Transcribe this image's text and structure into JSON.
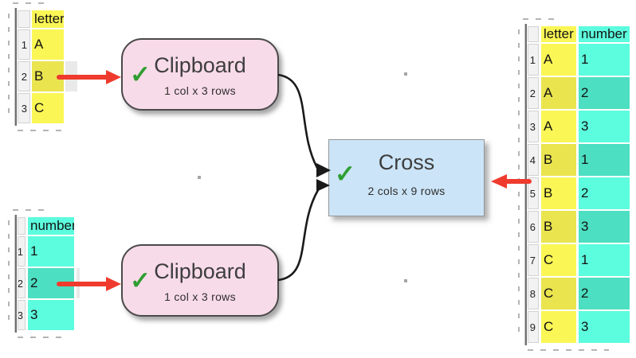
{
  "colors": {
    "yellow": "#faf655",
    "yellow_alt": "#eae44f",
    "teal": "#5cfcde",
    "teal_alt": "#4cdfc2",
    "filler_alt": "#e9e9e9",
    "rownum_bg": "#f2f2f2",
    "rownum_border": "#d2d2d2",
    "pink_node": "#f8dbe8",
    "pink_border": "#4a4a4a",
    "blue_node": "#cbe4f7",
    "blue_border": "#979797",
    "green_check": "#2f9e32",
    "red_arrow": "#ef3b2d",
    "connector": "#1a1a1a",
    "dot": "#a5a5a5"
  },
  "icons": {
    "check": "✓"
  },
  "nodes": [
    {
      "title": "Clipboard",
      "subtitle": "1 col x 3 rows",
      "status": "ok"
    },
    {
      "title": "Clipboard",
      "subtitle": "1 col x 3 rows",
      "status": "ok"
    },
    {
      "title": "Cross",
      "subtitle": "2 cols x 9 rows",
      "status": "ok"
    }
  ],
  "tables": [
    {
      "name": "letter-source-table",
      "headers": [
        {
          "label": "letter",
          "color": "yellow"
        }
      ],
      "row_numbers": [
        "1",
        "2",
        "3"
      ],
      "rows": [
        [
          "A"
        ],
        [
          "B"
        ],
        [
          "C"
        ]
      ]
    },
    {
      "name": "number-source-table",
      "headers": [
        {
          "label": "number",
          "color": "teal"
        }
      ],
      "row_numbers": [
        "1",
        "2",
        "3"
      ],
      "rows": [
        [
          "1"
        ],
        [
          "2"
        ],
        [
          "3"
        ]
      ]
    },
    {
      "name": "cross-result-table",
      "headers": [
        {
          "label": "letter",
          "color": "yellow"
        },
        {
          "label": "number",
          "color": "teal"
        }
      ],
      "row_numbers": [
        "1",
        "2",
        "3",
        "4",
        "5",
        "6",
        "7",
        "8",
        "9"
      ],
      "rows": [
        [
          "A",
          "1"
        ],
        [
          "A",
          "2"
        ],
        [
          "A",
          "3"
        ],
        [
          "B",
          "1"
        ],
        [
          "B",
          "2"
        ],
        [
          "B",
          "3"
        ],
        [
          "C",
          "1"
        ],
        [
          "C",
          "2"
        ],
        [
          "C",
          "3"
        ]
      ]
    }
  ]
}
